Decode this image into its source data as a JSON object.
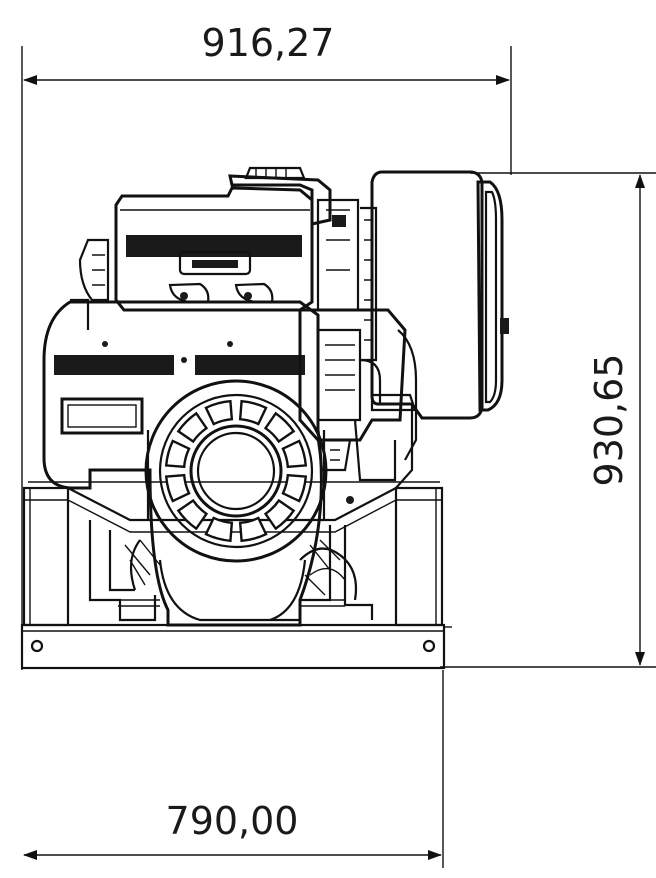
{
  "drawing": {
    "view": "front-view",
    "dimensions": {
      "overall_width": "916,27",
      "base_width": "790,00",
      "overall_height": "930,65"
    },
    "colors": {
      "line": "#111111",
      "fill_dark": "#1a1a1a",
      "background": "#ffffff"
    }
  }
}
